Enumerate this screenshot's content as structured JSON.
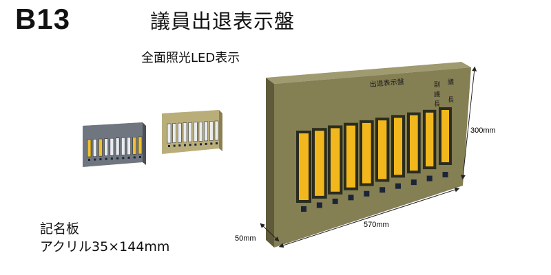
{
  "header": {
    "model_code": "B13",
    "title": "議員出退表示盤",
    "feature": "全面照光LED表示"
  },
  "panel": {
    "label": "出退表示盤",
    "side_label_left": "副議長",
    "side_label_right": "議長"
  },
  "dimensions": {
    "height": "300mm",
    "width": "570mm",
    "depth": "50mm"
  },
  "nameplate": {
    "line1": "記名板",
    "line2": "アクリル35×144mm"
  },
  "colors": {
    "panel_body": "#857f54",
    "panel_top": "#9f9a70",
    "panel_side": "#5e5a3a",
    "lamp_lit": "#f2b71c",
    "lamp_frame": "#2a2c1d",
    "indicator": "#1c2438"
  }
}
